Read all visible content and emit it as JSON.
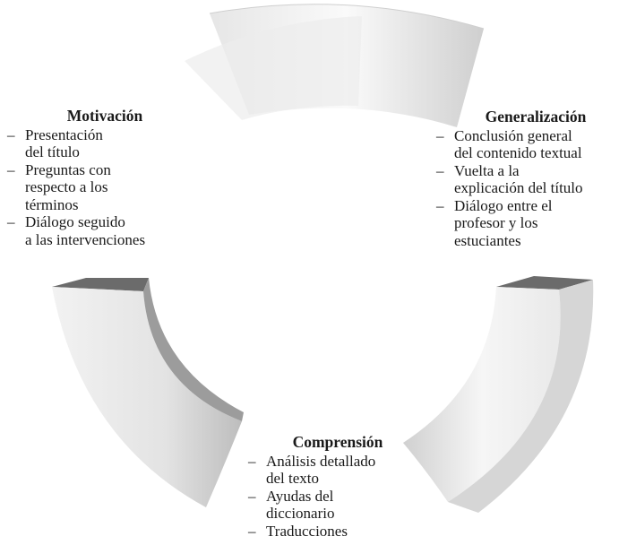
{
  "colors": {
    "segment_light": "#f4f4f4",
    "segment_mid": "#d9d9d9",
    "segment_dark": "#a9a9a9",
    "segment_top_face": "#6b6b6b",
    "text": "#1a1a1a"
  },
  "stages": {
    "motivacion": {
      "title": "Motivación",
      "items": [
        "Presentación\ndel título",
        "Preguntas con\nrespecto a los\ntérminos",
        "Diálogo seguido\na las intervenciones"
      ]
    },
    "generalizacion": {
      "title": "Generalización",
      "items": [
        "Conclusión general\ndel contenido textual",
        "Vuelta a la\nexplicación del título",
        "Diálogo entre el\nprofesor y los\nestuciantes"
      ]
    },
    "comprension": {
      "title": "Comprensión",
      "items": [
        "Análisis detallado\ndel texto",
        "Ayudas del\ndiccionario",
        "Traducciones"
      ]
    }
  }
}
